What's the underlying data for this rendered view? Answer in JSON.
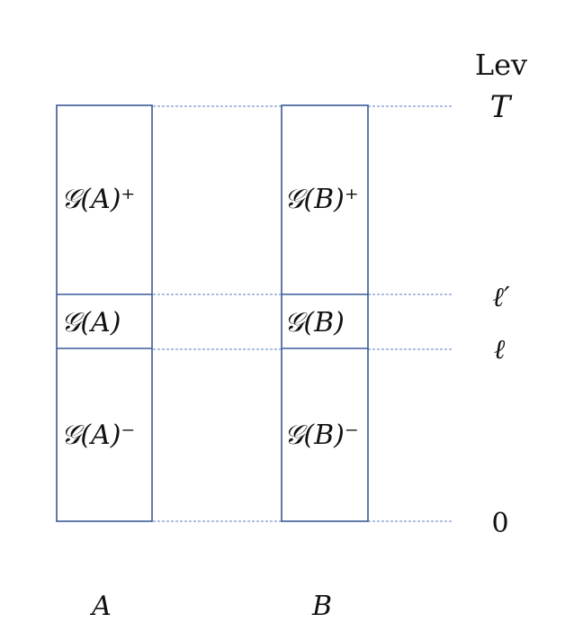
{
  "level_header": "Lev",
  "level_labels": {
    "top": "T",
    "l_prime": "ℓ′",
    "l": "ℓ",
    "zero": "0"
  },
  "columns": [
    {
      "name": "A",
      "upper": "𝒢(A)⁺",
      "middle": "𝒢(A)",
      "lower": "𝒢(A)⁻"
    },
    {
      "name": "B",
      "upper": "𝒢(B)⁺",
      "middle": "𝒢(B)",
      "lower": "𝒢(B)⁻"
    }
  ]
}
